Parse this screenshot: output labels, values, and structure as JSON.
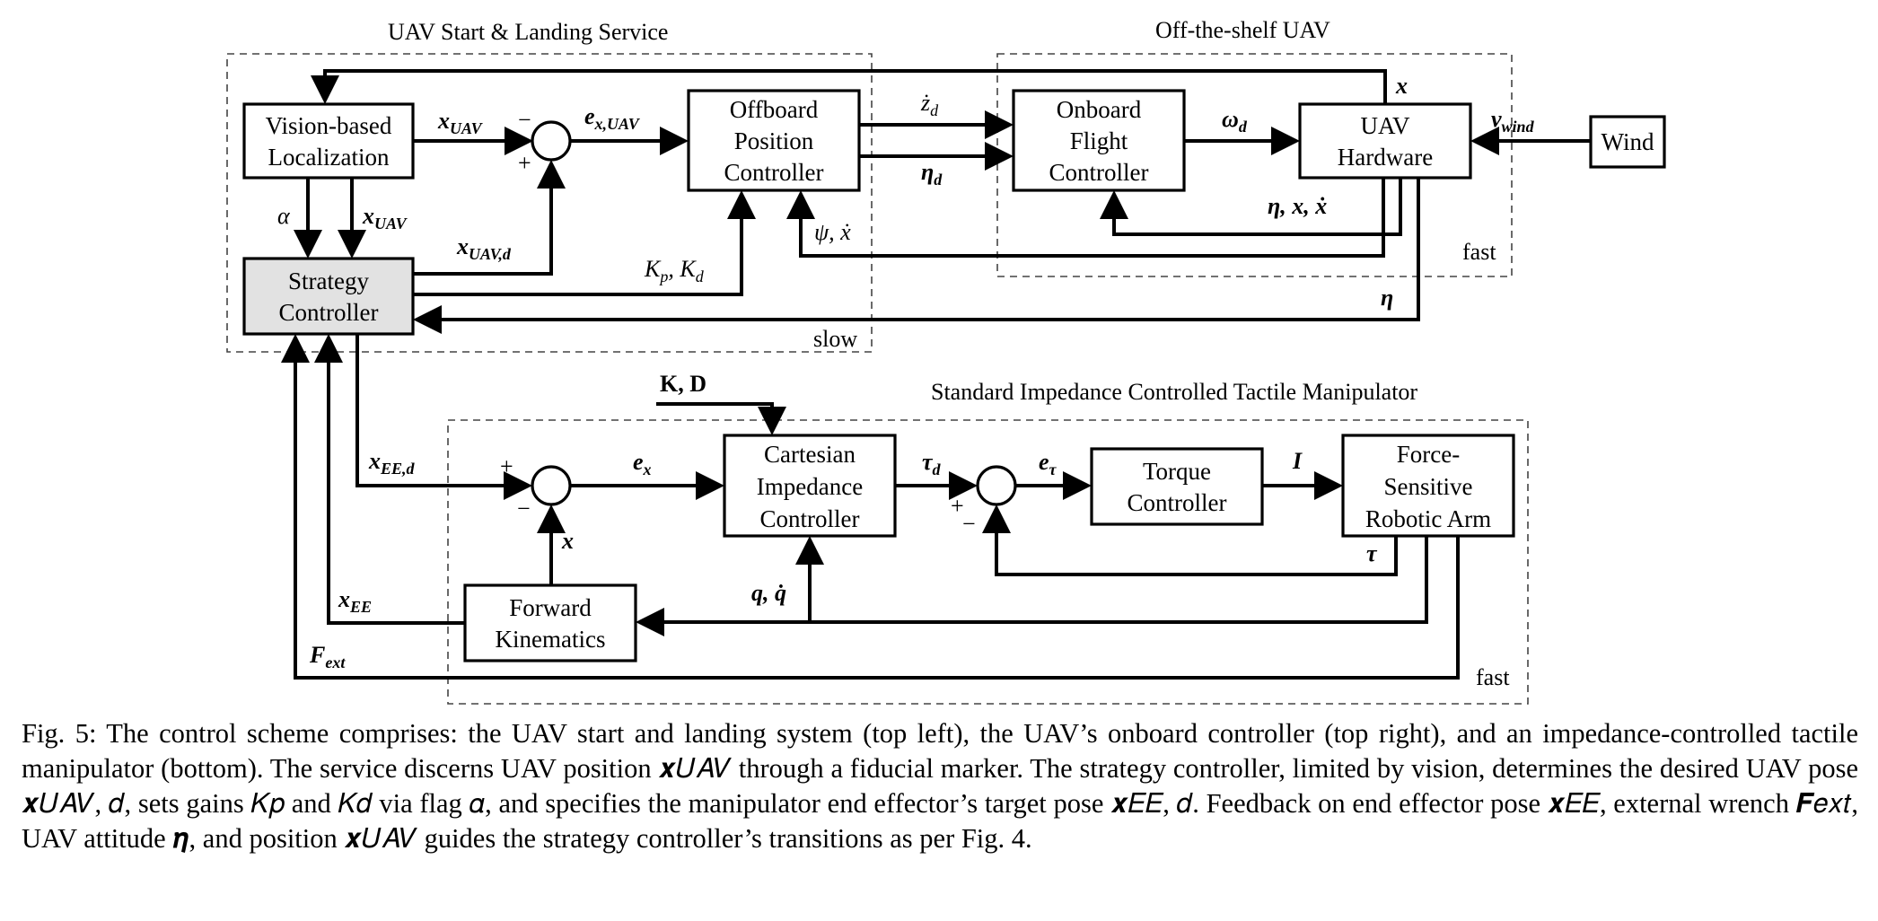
{
  "groups": {
    "top_left_title": "UAV Start & Landing Service",
    "top_right_title": "Off-the-shelf UAV",
    "bottom_title": "Standard Impedance Controlled Tactile Manipulator",
    "slow_label": "slow",
    "fast_top_label": "fast",
    "fast_bottom_label": "fast"
  },
  "blocks": {
    "vision": [
      "Vision-based",
      "Localization"
    ],
    "strategy": [
      "Strategy",
      "Controller"
    ],
    "offboard": [
      "Offboard",
      "Position",
      "Controller"
    ],
    "onboard": [
      "Onboard",
      "Flight",
      "Controller"
    ],
    "uav_hw": [
      "UAV",
      "Hardware"
    ],
    "wind": [
      "Wind"
    ],
    "cartesian": [
      "Cartesian",
      "Impedance",
      "Controller"
    ],
    "torque": [
      "Torque",
      "Controller"
    ],
    "arm": [
      "Force-",
      "Sensitive",
      "Robotic Arm"
    ],
    "fk": [
      "Forward",
      "Kinematics"
    ]
  },
  "signals": {
    "x_uav": "x",
    "x_uav_sub": "UAV",
    "e_x_uav": "e",
    "e_x_uav_sub": "x,UAV",
    "zdot_d": "ż",
    "zdot_d_sub": "d",
    "eta_d": "η",
    "eta_d_sub": "d",
    "omega_d": "ω",
    "omega_d_sub": "d",
    "x_top": "x",
    "nu_wind": "ν",
    "nu_wind_sub": "wind",
    "alpha": "α",
    "x_uav_vert": "x",
    "x_uav_vert_sub": "UAV",
    "x_uav_d": "x",
    "x_uav_d_sub": "UAV,d",
    "kp_kd": "K",
    "kp_sub": "p",
    "kd_sep": ", K",
    "kd_sub": "d",
    "psi_xdot": "ψ, ẋ",
    "eta_x_xdot": "η, x, ẋ",
    "eta_right": "η",
    "K_D": "K, D",
    "x_ee_d": "x",
    "x_ee_d_sub": "EE,d",
    "e_x": "e",
    "e_x_sub": "x",
    "tau_d": "τ",
    "tau_d_sub": "d",
    "e_tau": "e",
    "e_tau_sub": "τ",
    "I": "I",
    "tau": "τ",
    "x_fk": "x",
    "q_qdot": "q, q̇",
    "x_ee": "x",
    "x_ee_sub": "EE",
    "F_ext": "F",
    "F_ext_sub": "ext",
    "plus": "+",
    "minus": "−"
  },
  "caption": {
    "text": "Fig. 5: The control scheme comprises: the UAV start and landing system (top left), the UAV’s onboard controller (top right), and an impedance-controlled tactile manipulator (bottom). The service discerns UAV position 𝒙𝑈𝐴𝑉 through a fiducial marker. The strategy controller, limited by vision, determines the desired UAV pose 𝒙𝑈𝐴𝑉, 𝑑, sets gains 𝐾𝑝 and 𝐾𝑑 via flag 𝛼, and specifies the manipulator end effector’s target pose 𝒙𝐸𝐸, 𝑑. Feedback on end effector pose 𝒙𝐸𝐸, external wrench 𝑭𝑒𝑥𝑡, UAV attitude 𝜼, and position 𝒙𝑈𝐴𝑉 guides the strategy controller’s transitions as per Fig. 4."
  }
}
